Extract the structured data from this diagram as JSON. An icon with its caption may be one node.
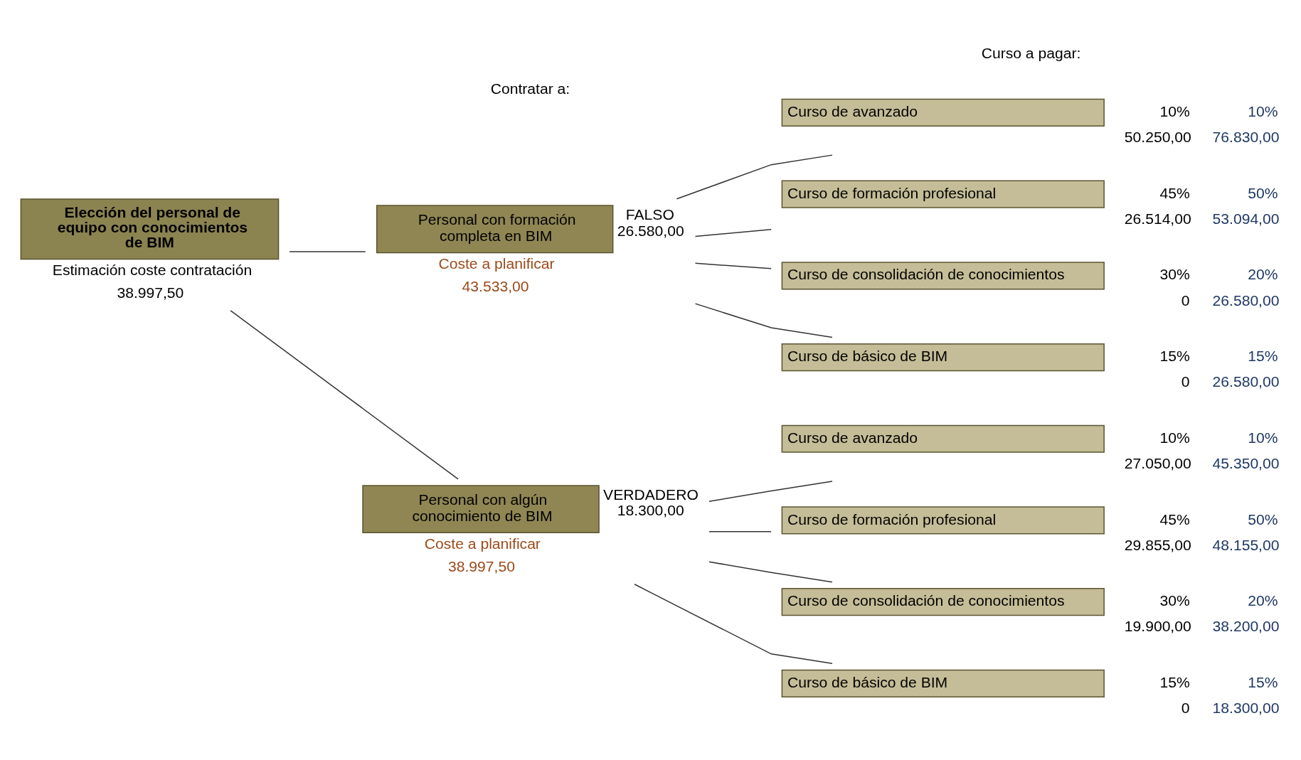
{
  "diagram": {
    "nodes": [
      {
        "text": [
          "Elección del personal de equipo con conocimientos de BIM"
        ],
        "beside": [
          "Estimación coste contratación",
          "38.997,50"
        ]
      },
      {
        "text": [
          "Personal con formación completa en BIM"
        ],
        "beside": [
          "Coste a planificar",
          "43.533,00",
          "FALSO",
          "26.580,00"
        ]
      },
      {
        "text": [
          "Curso de avanzado"
        ],
        "beside": [
          "10%",
          "10%",
          "50.250,00",
          "76.830,00"
        ]
      },
      {
        "text": [
          "Curso de formación profesional"
        ],
        "beside": [
          "45%",
          "50%",
          "26.514,00",
          "53.094,00"
        ]
      },
      {
        "text": [
          "Curso de consolidación de conocimientos"
        ],
        "beside": [
          "30%",
          "20%",
          "0",
          "26.580,00"
        ]
      },
      {
        "text": [
          "Curso de básico de BIM"
        ],
        "beside": [
          "15%",
          "15%",
          "0",
          "26.580,00"
        ]
      },
      {
        "text": [
          "Personal con algún conocimiento de BIM"
        ],
        "beside": [
          "Coste a planificar",
          "38.997,50",
          "VERDADERO",
          "18.300,00"
        ]
      },
      {
        "text": [
          "Curso de avanzado"
        ],
        "beside": [
          "10%",
          "10%",
          "27.050,00",
          "45.350,00"
        ]
      },
      {
        "text": [
          "Curso de formación profesional"
        ],
        "beside": [
          "45%",
          "50%",
          "29.855,00",
          "48.155,00"
        ]
      },
      {
        "text": [
          "Curso de consolidación de conocimientos"
        ],
        "beside": [
          "30%",
          "20%",
          "19.900,00",
          "38.200,00"
        ]
      },
      {
        "text": [
          "Curso de básico de BIM"
        ],
        "beside": [
          "15%",
          "15%",
          "0",
          "18.300,00"
        ]
      }
    ],
    "edges": [
      {
        "from": 0,
        "to": 1,
        "arrow": "none"
      },
      {
        "from": 0,
        "to": 6,
        "arrow": "none"
      },
      {
        "from": 1,
        "to": 2,
        "arrow": "none"
      },
      {
        "from": 1,
        "to": 3,
        "arrow": "none"
      },
      {
        "from": 1,
        "to": 4,
        "arrow": "none"
      },
      {
        "from": 1,
        "to": 5,
        "arrow": "none"
      },
      {
        "from": 6,
        "to": 7,
        "arrow": "none"
      },
      {
        "from": 6,
        "to": 8,
        "arrow": "none"
      },
      {
        "from": 6,
        "to": 9,
        "arrow": "none"
      },
      {
        "from": 6,
        "to": 10,
        "arrow": "none"
      }
    ],
    "labels": [
      "Curso a pagar:",
      "Contratar a:"
    ]
  }
}
